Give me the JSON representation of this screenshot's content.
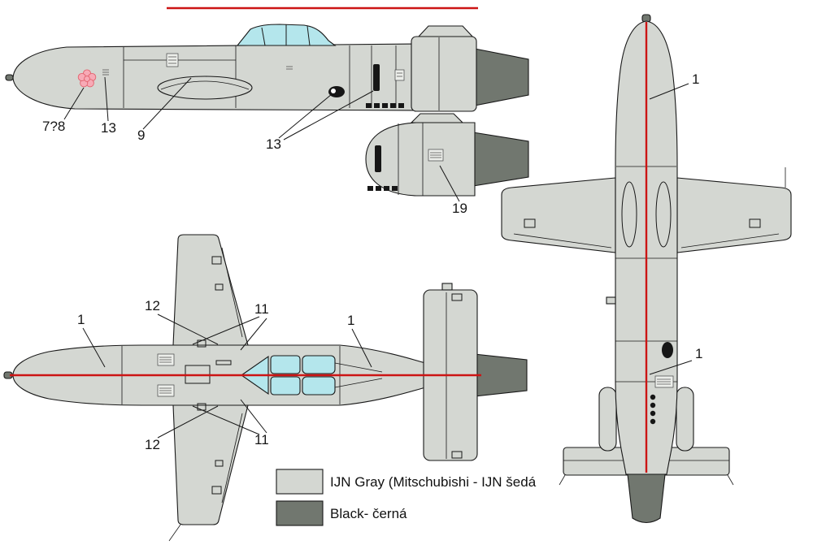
{
  "colors": {
    "background": "#ffffff",
    "airframe_gray": "#d4d7d2",
    "dark_gray": "#71776f",
    "canopy_blue": "#b4e6ec",
    "centerline_red": "#cc1414",
    "blossom_pink": "#f7aab6",
    "blossom_edge": "#e2636f",
    "line_black": "#181818"
  },
  "callouts": {
    "side": {
      "c78": "7?8",
      "c13a": "13",
      "c9": "9",
      "c13b": "13"
    },
    "detail": {
      "c19": "19"
    },
    "plan": {
      "c1a": "1",
      "c12a": "12",
      "c11a": "11",
      "c1b": "1",
      "c12b": "12",
      "c11b": "11"
    },
    "top": {
      "c1a": "1",
      "c1b": "1"
    }
  },
  "legend": {
    "items": [
      {
        "label": "IJN Gray (Mitschubishi - IJN šedá",
        "swatch": "#d4d7d2"
      },
      {
        "label": "Black- černá",
        "swatch": "#71776f"
      }
    ]
  }
}
